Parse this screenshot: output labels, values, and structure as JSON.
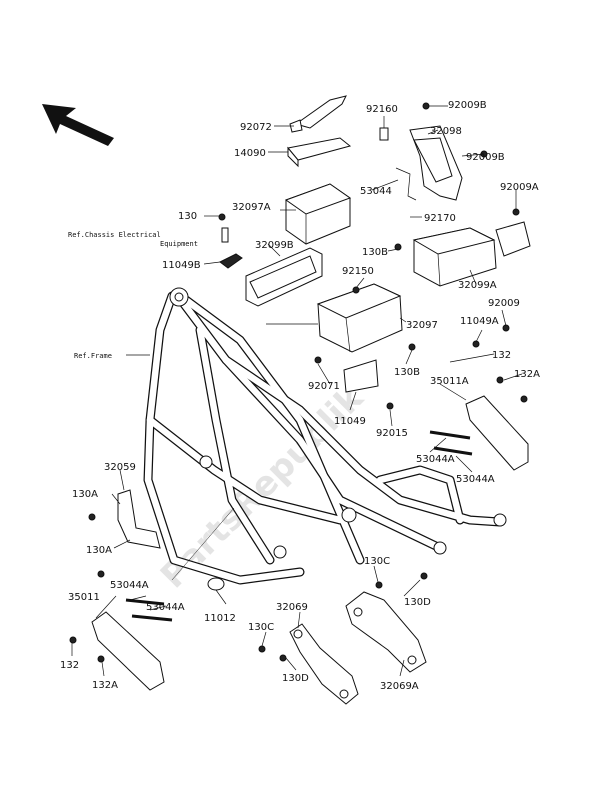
{
  "diagram": {
    "references": {
      "chassis_electrical_line1": "Ref.Chassis Electrical",
      "chassis_electrical_line2": "Equipment",
      "frame": "Ref.Frame"
    },
    "watermark": "PartsRepublik",
    "part_labels": {
      "p92072": "92072",
      "p14090": "14090",
      "p92160": "92160",
      "p92009B_1": "92009B",
      "p32098": "32098",
      "p92009B_2": "92009B",
      "p53044": "53044",
      "p92009A": "92009A",
      "p130_top": "130",
      "p32097A": "32097A",
      "p92170": "92170",
      "p32099B": "32099B",
      "p11049B": "11049B",
      "p130B_1": "130B",
      "p92150": "92150",
      "p32099A": "32099A",
      "p92009": "92009",
      "p32097": "32097",
      "p11049A": "11049A",
      "p132_right": "132",
      "p130B_2": "130B",
      "p92071": "92071",
      "p35011A": "35011A",
      "p132A_right": "132A",
      "p11049": "11049",
      "p92015": "92015",
      "p53044A_1": "53044A",
      "p53044A_2": "53044A",
      "p32059": "32059",
      "p130A_1": "130A",
      "p130A_2": "130A",
      "p35011": "35011",
      "p53044A_3": "53044A",
      "p53044A_4": "53044A",
      "p11012": "11012",
      "p130C_1": "130C",
      "p130D_1": "130D",
      "p32069": "32069",
      "p130C_2": "130C",
      "p132_left": "132",
      "p132A_left": "132A",
      "p130D_2": "130D",
      "p32069A": "32069A"
    }
  }
}
